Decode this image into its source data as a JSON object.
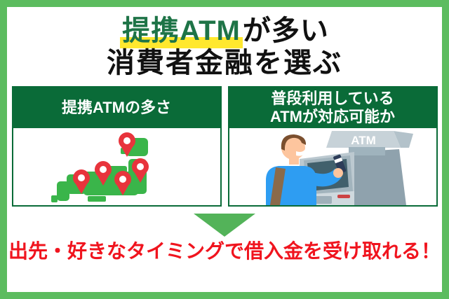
{
  "title": {
    "line1_highlight": "提携ATM",
    "line1_rest": "が多い",
    "line2": "消費者金融を選ぶ"
  },
  "panels": {
    "left": {
      "header": "提携ATMの多さ",
      "illustration": "japan-map-with-location-pins",
      "pin_count": 5
    },
    "right": {
      "header_line1": "普段利用している",
      "header_line2": "ATMが対応可能か",
      "illustration": "person-using-atm",
      "atm_sign_label": "ATM"
    }
  },
  "arrow": {
    "direction": "down"
  },
  "conclusion": "出先・好きなタイミングで借入金を受け取れる！",
  "colors": {
    "frame_green": "#5cbc5f",
    "header_green": "#0a6b38",
    "title_green": "#1e7447",
    "highlight_yellow": "#ffe82e",
    "map_green": "#3ab54a",
    "pin_red": "#e8343c",
    "arrow_green": "#53b359",
    "conclusion_red": "#f0141e",
    "shirt_blue": "#2e9df2",
    "atm_gray": "#bcc9d0",
    "screen_teal": "#41606c"
  }
}
